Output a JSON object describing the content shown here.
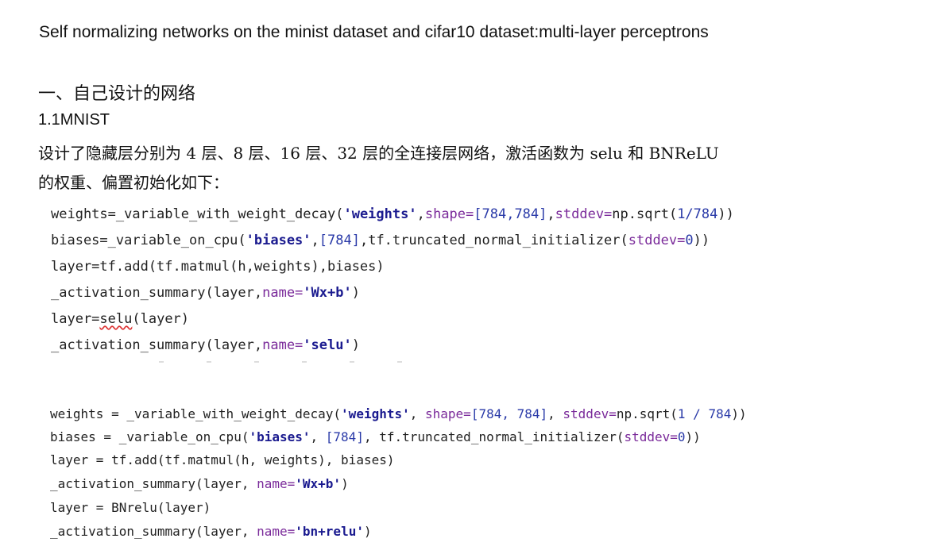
{
  "title": "Self normalizing networks on the minist dataset and cifar10 dataset:multi-layer perceptrons",
  "section_heading": "一、自己设计的网络",
  "subsection_heading": "1.1MNIST",
  "paragraph_line1": "设计了隐藏层分别为 4 层、8 层、16 层、32 层的全连接层网络，激活函数为 selu 和 BNReLU",
  "paragraph_line2": "的权重、偏置初始化如下：",
  "code_block1": {
    "line1": {
      "a": "weights=_variable_with_weight_decay(",
      "s1": "'weights'",
      "b": ",",
      "k1": "shape=",
      "n1": "[784,784]",
      "c": ",",
      "k2": "stddev=",
      "d": "np.sqrt(",
      "n2": "1/784",
      "e": "))"
    },
    "line2": {
      "a": "biases=_variable_on_cpu(",
      "s1": "'biases'",
      "b": ",",
      "n1": "[784]",
      "c": ",tf.truncated_normal_initializer(",
      "k1": "stddev=",
      "n2": "0",
      "d": "))"
    },
    "line3": "layer=tf.add(tf.matmul(h,weights),biases)",
    "line4": {
      "a": "_activation_summary(layer,",
      "k1": "name=",
      "s1": "'Wx+b'",
      "b": ")"
    },
    "line5": {
      "a": "layer=",
      "u": "selu",
      "b": "(layer)"
    },
    "line6": {
      "a": "_activation_summary(layer,",
      "k1": "name=",
      "s1": "'selu'",
      "b": ")"
    }
  },
  "code_block2": {
    "line1": {
      "a": "weights = _variable_with_weight_decay(",
      "s1": "'weights'",
      "b": ", ",
      "k1": "shape=",
      "n1": "[784, 784]",
      "c": ", ",
      "k2": "stddev=",
      "d": "np.sqrt(",
      "n2": "1 / 784",
      "e": "))"
    },
    "line2": {
      "a": "biases = _variable_on_cpu(",
      "s1": "'biases'",
      "b": ", ",
      "n1": "[784]",
      "c": ", tf.truncated_normal_initializer(",
      "k1": "stddev=",
      "n2": "0",
      "d": "))"
    },
    "line3": "layer = tf.add(tf.matmul(h, weights), biases)",
    "line4": {
      "a": "_activation_summary(layer, ",
      "k1": "name=",
      "s1": "'Wx+b'",
      "b": ")"
    },
    "line5": "layer = BNrelu(layer)",
    "line6": {
      "a": "_activation_summary(layer, ",
      "k1": "name=",
      "s1": "'bn+relu'",
      "b": ")"
    }
  },
  "colors": {
    "string": "#1a1a8f",
    "keyword": "#7a2a9a",
    "number": "#2a3aa8"
  }
}
